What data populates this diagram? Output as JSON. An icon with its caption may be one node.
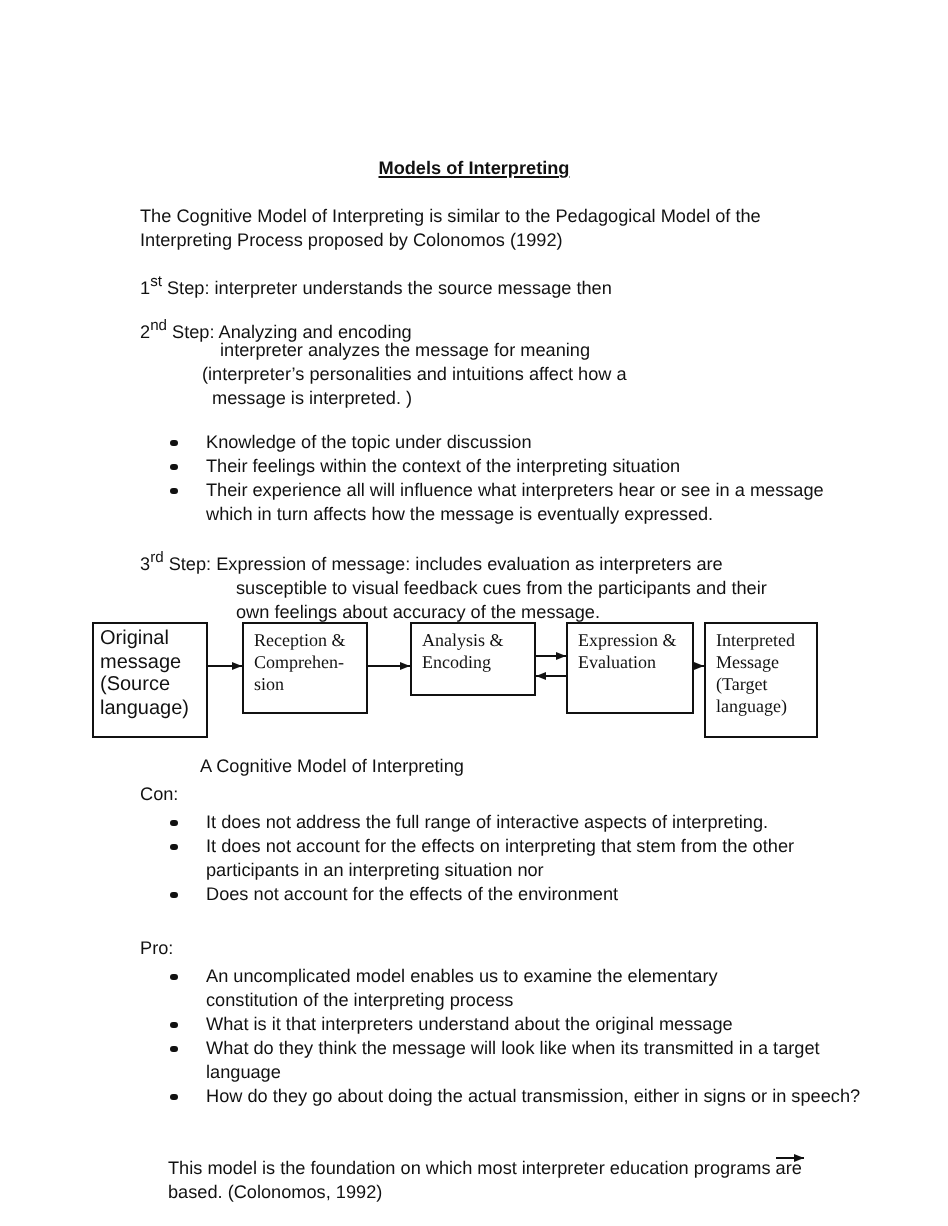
{
  "diagram": {
    "title": "Models of Interpreting",
    "caption": "A Cognitive Model of Interpreting",
    "nodes": [
      {
        "text": [
          "Original message (Source language)"
        ]
      },
      {
        "text": [
          "Reception & Comprehen- sion"
        ]
      },
      {
        "text": [
          "Analysis & Encoding"
        ]
      },
      {
        "text": [
          "Expression & Evaluation"
        ]
      },
      {
        "text": [
          "Interpreted Message (Target language)"
        ]
      }
    ],
    "edges": [
      {
        "from": 0,
        "to": 1,
        "arrow": "to"
      },
      {
        "from": 1,
        "to": 2,
        "arrow": "to"
      },
      {
        "from": 2,
        "to": 3,
        "arrow": "to"
      },
      {
        "from": 3,
        "to": 2,
        "arrow": "to"
      },
      {
        "from": 3,
        "to": 4,
        "arrow": "to"
      }
    ],
    "labels": [
      "The Cognitive Model of Interpreting  is similar to the Pedagogical Model of the Interpreting Process proposed by Colonomos (1992)",
      "1$^{st}$ Step: interpreter understands the source message then",
      "2$^{nd}$ Step: Analyzing and encoding",
      "interpreter analyzes the message for meaning",
      "(interpreter’s personalities and intuitions affect how a message is interpreted. )",
      "Knowledge of the topic under discussion",
      "Their feelings within the context of the interpreting situation",
      "Their experience all will influence what interpreters hear or see in a message which in turn affects how the message is eventually expressed.",
      "3$^{rd}$ Step: Expression of message: includes evaluation as interpreters are susceptible to visual feedback cues from the participants and their own feelings about accuracy of the message.",
      "Con:",
      "It does not address the full range of interactive aspects of interpreting.",
      "It does not account for the effects on interpreting that stem from the other participants in an interpreting situation nor",
      "Does not account for the effects of the environment",
      "Pro:",
      "An uncomplicated model enables us to examine the elementary constitution of the interpreting process",
      "What is it that interpreters understand about the original message",
      "What do they think the message will look like when its transmitted in a target language",
      "How do they go about doing the actual transmission, either in signs or in speech?",
      "This model is the foundation on which most interpreter education programs are based. (Colonomos, 1992)"
    ]
  }
}
